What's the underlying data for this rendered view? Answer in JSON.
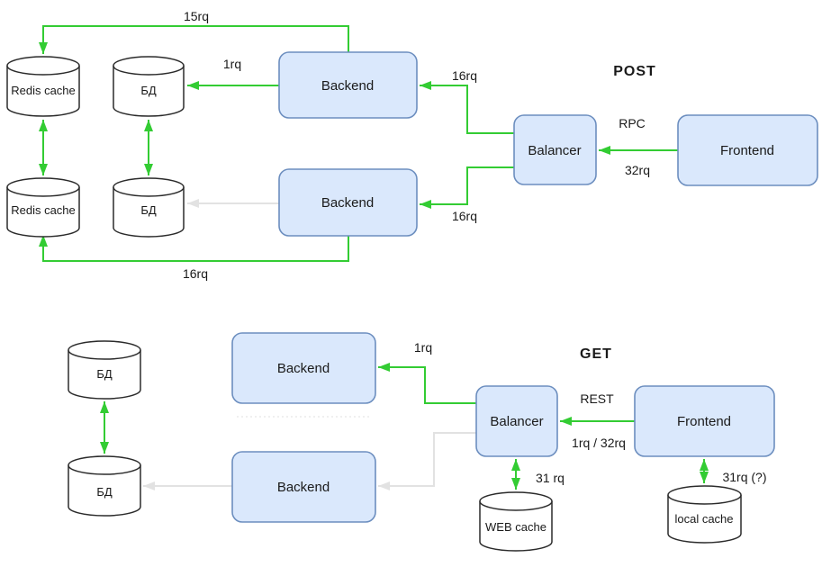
{
  "colors": {
    "accent_green": "#33cc33",
    "ghost_gray": "#e2e2e2",
    "node_fill": "#dae8fc",
    "node_stroke": "#6c8ebf",
    "cylinder_stroke": "#2b2b2b",
    "text": "#1a1a1a"
  },
  "sections": {
    "post": {
      "title": "POST",
      "nodes": {
        "backend1": "Backend",
        "backend2": "Backend",
        "balancer": "Balancer",
        "frontend": "Frontend",
        "redis1": "Redis cache",
        "redis2": "Redis cache",
        "db1": "БД",
        "db2": "БД"
      },
      "edges": {
        "backend1_to_redis1": "15rq",
        "backend1_to_db1": "1rq",
        "balancer_to_backend1": "16rq",
        "balancer_to_backend2": "16rq",
        "frontend_protocol": "RPC",
        "frontend_count": "32rq",
        "backend2_to_redis2": "16rq"
      }
    },
    "get": {
      "title": "GET",
      "nodes": {
        "backend1": "Backend",
        "backend2": "Backend",
        "balancer": "Balancer",
        "frontend": "Frontend",
        "db1": "БД",
        "db2": "БД",
        "web_cache": "WEB cache",
        "local_cache": "local cache"
      },
      "edges": {
        "balancer_to_backend1": "1rq",
        "frontend_protocol": "REST",
        "frontend_count": "1rq / 32rq",
        "balancer_web_cache": "31 rq",
        "frontend_local_cache": "31rq (?)"
      }
    }
  }
}
